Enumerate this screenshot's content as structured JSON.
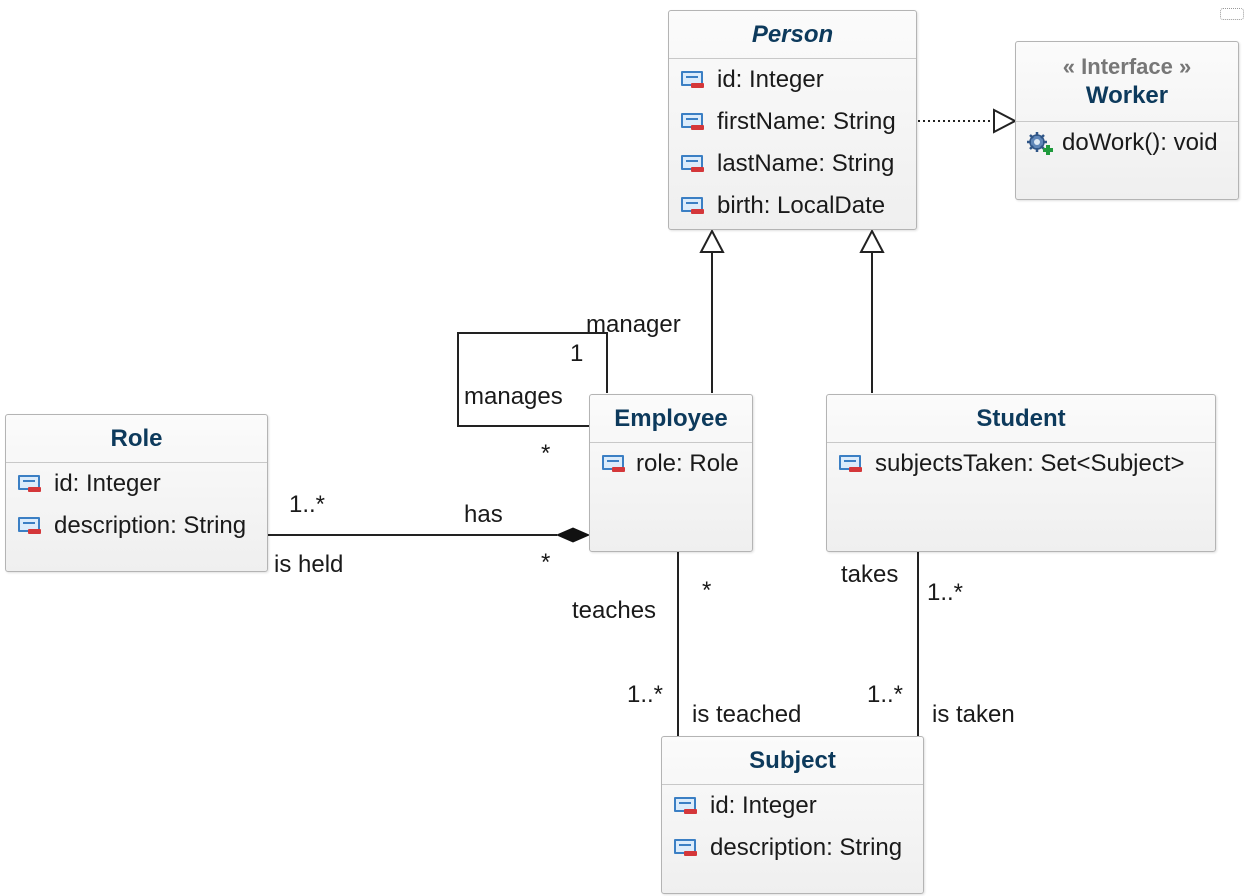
{
  "classes": {
    "person": {
      "name": "Person",
      "attrs": [
        "id: Integer",
        "firstName: String",
        "lastName: String",
        "birth: LocalDate"
      ]
    },
    "worker": {
      "stereotype": "« Interface »",
      "name": "Worker",
      "ops": [
        "doWork(): void"
      ]
    },
    "employee": {
      "name": "Employee",
      "attrs": [
        "role: Role"
      ]
    },
    "student": {
      "name": "Student",
      "attrs": [
        "subjectsTaken: Set<Subject>"
      ]
    },
    "role": {
      "name": "Role",
      "attrs": [
        "id: Integer",
        "description: String"
      ]
    },
    "subject": {
      "name": "Subject",
      "attrs": [
        "id: Integer",
        "description: String"
      ]
    }
  },
  "labels": {
    "manager": "manager",
    "manager_mult": "1",
    "manages": "manages",
    "manages_mult": "*",
    "has": "has",
    "is_held": "is held",
    "role_mult": "1..*",
    "employee_mult": "*",
    "teaches": "teaches",
    "teaches_mult": "*",
    "is_teached": "is teached",
    "is_teached_mult": "1..*",
    "takes": "takes",
    "takes_mult": "1..*",
    "is_taken": "is taken",
    "is_taken_mult": "1..*"
  },
  "colors": {
    "class_name": "#0d3a5c",
    "stereotype": "#777777",
    "border": "#b4b4b4",
    "field_icon": "#3b7fc4",
    "private_marker": "#d4373a"
  }
}
